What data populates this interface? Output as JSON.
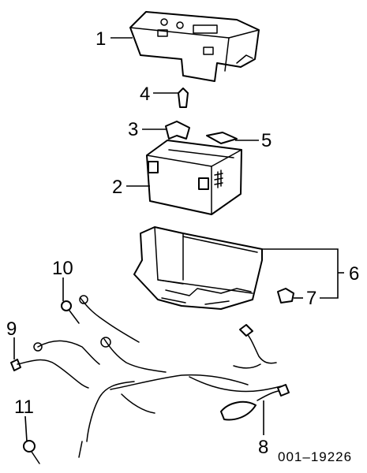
{
  "callouts": {
    "c1": "1",
    "c2": "2",
    "c3": "3",
    "c4": "4",
    "c5": "5",
    "c6": "6",
    "c7": "7",
    "c8": "8",
    "c9": "9",
    "c10": "10",
    "c11": "11"
  },
  "reference_code": "001–19226",
  "colors": {
    "ink": "#000000",
    "paper": "#ffffff"
  }
}
